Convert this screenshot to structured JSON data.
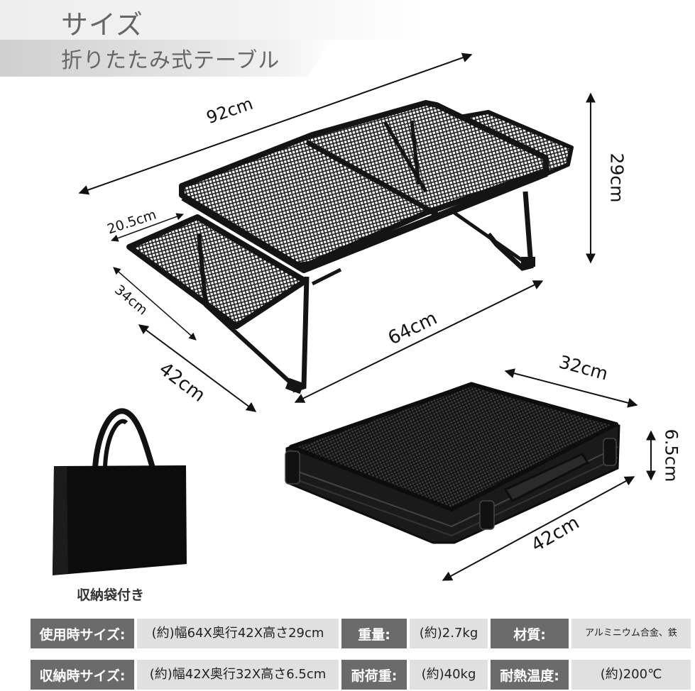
{
  "header": {
    "title": "サイズ",
    "subtitle": "折りたたみ式テーブル"
  },
  "dimensions": {
    "overall_width": "92cm",
    "height": "29cm",
    "side_shelf_width": "20.5cm",
    "side_shelf_depth": "34cm",
    "table_width": "64cm",
    "table_depth": "42cm",
    "folded_depth": "32cm",
    "folded_thickness": "6.5cm",
    "folded_width": "42cm"
  },
  "bag": {
    "caption": "収納袋付き"
  },
  "specs": {
    "rows": [
      {
        "cells": [
          {
            "key": "使用時サイズ:",
            "value": "(約)幅64X奥行42X高さ29cm"
          },
          {
            "key": "重量:",
            "value": "(約)2.7kg"
          },
          {
            "key": "材質:",
            "value": "アルミニウム合金、鉄"
          }
        ]
      },
      {
        "cells": [
          {
            "key": "収納時サイズ:",
            "value": "(約)幅42X奥行32X高さ6.5cm"
          },
          {
            "key": "耐荷重:",
            "value": "(約)40kg"
          },
          {
            "key": "耐熱温度:",
            "value": "(約)200℃"
          }
        ]
      }
    ]
  },
  "colors": {
    "spec_key_bg": "#6b6b6b",
    "spec_value_bg": "#e0e0e0",
    "header_text": "#666666",
    "product_black": "#141414"
  }
}
